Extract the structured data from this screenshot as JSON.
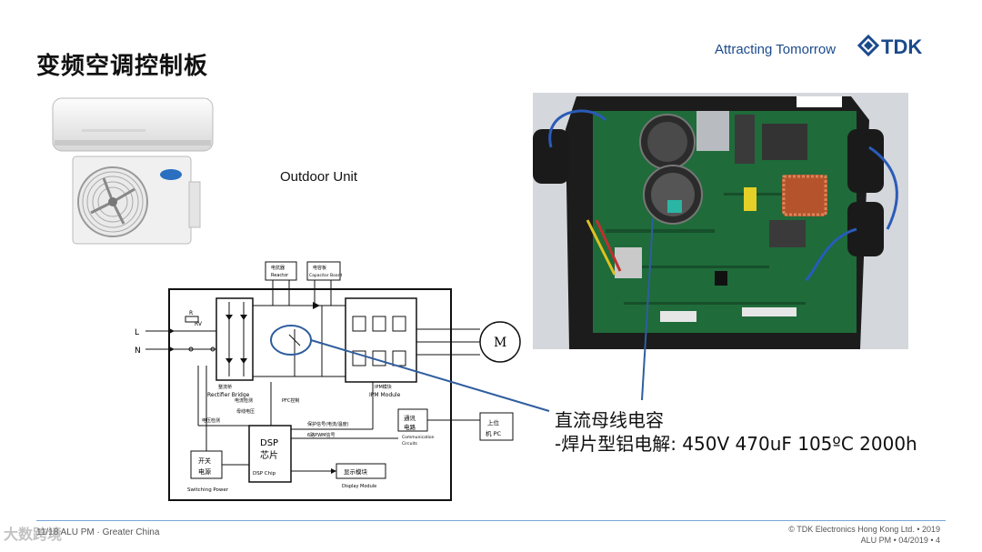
{
  "slide": {
    "title": "变频空调控制板",
    "slogan": "Attracting Tomorrow",
    "logo_text": "TDK",
    "outdoor_label": "Outdoor Unit"
  },
  "diagram": {
    "labels": {
      "L": "L",
      "N": "N",
      "reactor_cn": "电抗器",
      "reactor_en": "Reactor",
      "capacitor_cn": "电容板",
      "capacitor_en": "Capacitor Board",
      "rectifier_cn": "整流桥",
      "rectifier_en": "Rectifier Bridge",
      "ipm_cn": "IPM模块",
      "ipm_en": "IPM Module",
      "pfc": "PFC控制",
      "protect": "保护信号(电流/温度)",
      "pwm": "6路PWM信号",
      "dsp_cn1": "DSP",
      "dsp_cn2": "芯片",
      "dsp_en": "DSP Chip",
      "switch_cn1": "开关",
      "switch_cn2": "电源",
      "switch_en": "Switching Power",
      "display_cn": "显示模块",
      "display_en": "Display Module",
      "comm_cn1": "通讯",
      "comm_cn2": "电路",
      "comm_en1": "Communication",
      "comm_en2": "Circuits",
      "pc_cn1": "上位",
      "pc_cn2": "机 PC",
      "motor": "M",
      "rv": "RV",
      "r": "R",
      "voltage": "电压检测",
      "current": "电流检测",
      "bus": "母线电压"
    }
  },
  "annotation": {
    "line1": "直流母线电容",
    "line2": "-焊片型铝电解: 450V 470uF 105ºC 2000h"
  },
  "footer": {
    "left": "11/18 ALU PM · Greater China",
    "right1": "© TDK Electronics Hong Kong Ltd. • 2019",
    "right2": "ALU PM • 04/2019 • 4",
    "watermark": "大数跨境"
  },
  "colors": {
    "accent": "#1b4a8c",
    "pcb_green": "#1f6b3a",
    "annotation_line": "#2f5e9e"
  }
}
